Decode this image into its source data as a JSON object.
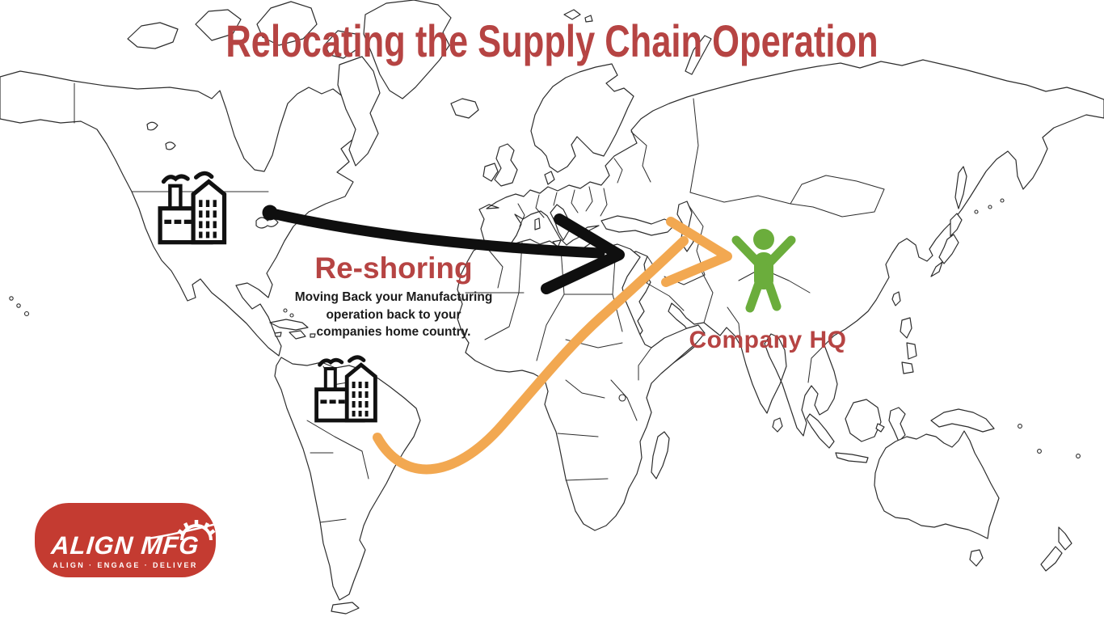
{
  "title": "Relocating the Supply Chain Operation",
  "reshoring": {
    "heading": "Re-shoring",
    "description_lines": [
      "Moving Back your Manufacturing",
      "operation back to your",
      "companies home country."
    ]
  },
  "company_hq": {
    "label": "Company HQ"
  },
  "logo": {
    "name": "ALIGN MFG",
    "tagline": "ALIGN · ENGAGE · DELIVER"
  },
  "icons": {
    "factory_north_america": "factory-icon",
    "factory_south_america": "factory-icon",
    "company_hq_person": "person-arms-up-icon",
    "logo_gear": "gear-icon",
    "black_arrow": "tapered-arrow-icon",
    "orange_arrow": "curved-arrow-icon"
  },
  "colors": {
    "accent-red": "#b64443",
    "logo-red": "#c43b31",
    "arrow-black": "#0f0f0f",
    "arrow-orange": "#f2a851",
    "person-green": "#6bad3c",
    "map-line": "#2c2c2c",
    "background": "#ffffff"
  }
}
